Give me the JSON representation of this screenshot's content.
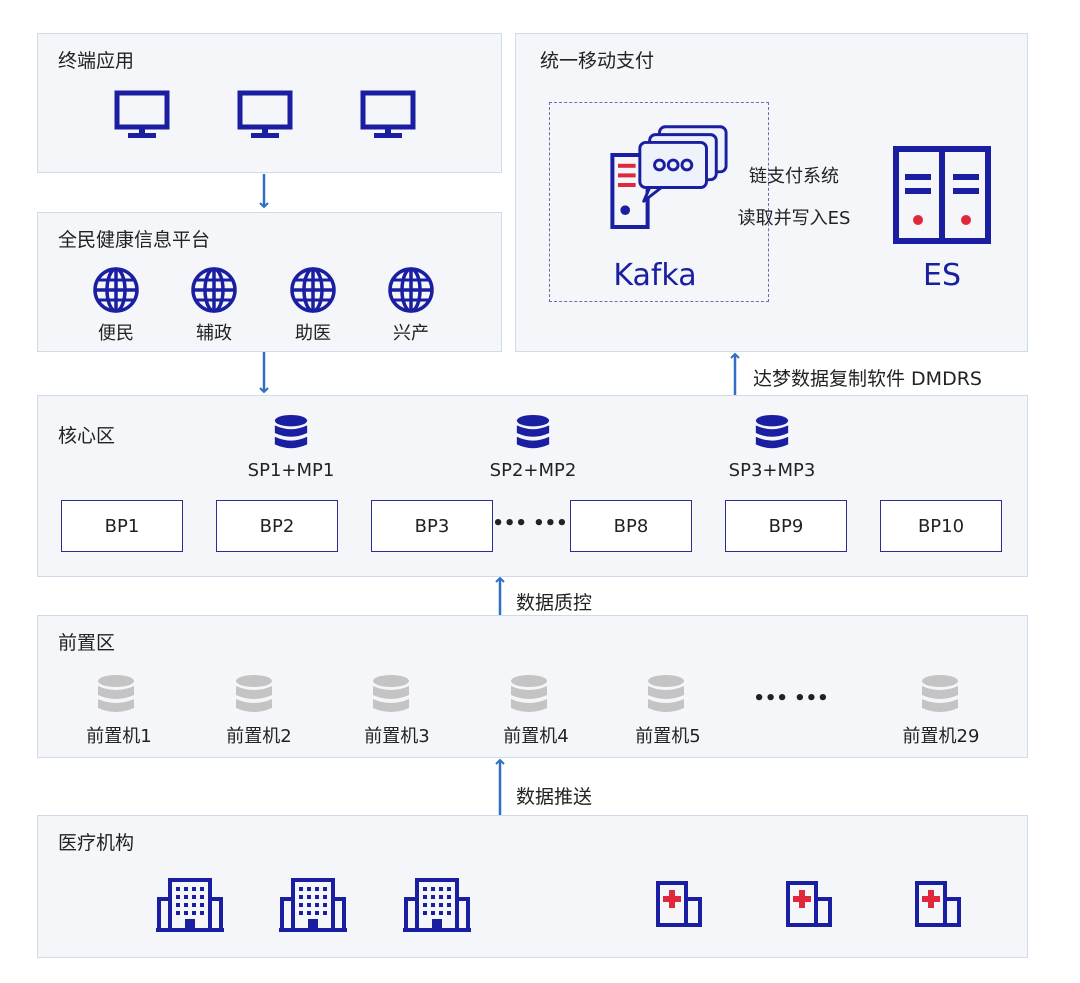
{
  "terminal": {
    "title": "终端应用",
    "icons": [
      "monitor-icon",
      "monitor-icon",
      "monitor-icon"
    ]
  },
  "platform": {
    "title": "全民健康信息平台",
    "items": [
      {
        "label": "便民",
        "icon": "globe-icon"
      },
      {
        "label": "辅政",
        "icon": "globe-icon"
      },
      {
        "label": "助医",
        "icon": "globe-icon"
      },
      {
        "label": "兴产",
        "icon": "globe-icon"
      }
    ]
  },
  "payment": {
    "title": "统一移动支付",
    "kafka_label": "Kafka",
    "es_label": "ES",
    "flow_line1": "链支付系统",
    "flow_line2": "读取并写入ES"
  },
  "dmdrs_label": "达梦数据复制软件 DMDRS",
  "core": {
    "title": "核心区",
    "dbs": [
      "SP1+MP1",
      "SP2+MP2",
      "SP3+MP3"
    ],
    "bps": [
      "BP1",
      "BP2",
      "BP3",
      "BP8",
      "BP9",
      "BP10"
    ],
    "ellipsis": "••• •••"
  },
  "quality_label": "数据质控",
  "front": {
    "title": "前置区",
    "items": [
      "前置机1",
      "前置机2",
      "前置机3",
      "前置机4",
      "前置机5",
      "前置机29"
    ],
    "ellipsis": "••• •••"
  },
  "push_label": "数据推送",
  "medical": {
    "title": "医疗机构",
    "icons": [
      "hospital-building-icon",
      "hospital-building-icon",
      "hospital-building-icon",
      "clinic-icon",
      "clinic-icon",
      "clinic-icon"
    ]
  },
  "colors": {
    "icon_blue": "#1a1ea0",
    "arrow_blue": "#2f6fc4",
    "accent_red": "#e0283c",
    "gray_db": "#c4c4c4",
    "panel_bg": "#f4f6f9",
    "panel_border": "#cfdbe8"
  }
}
